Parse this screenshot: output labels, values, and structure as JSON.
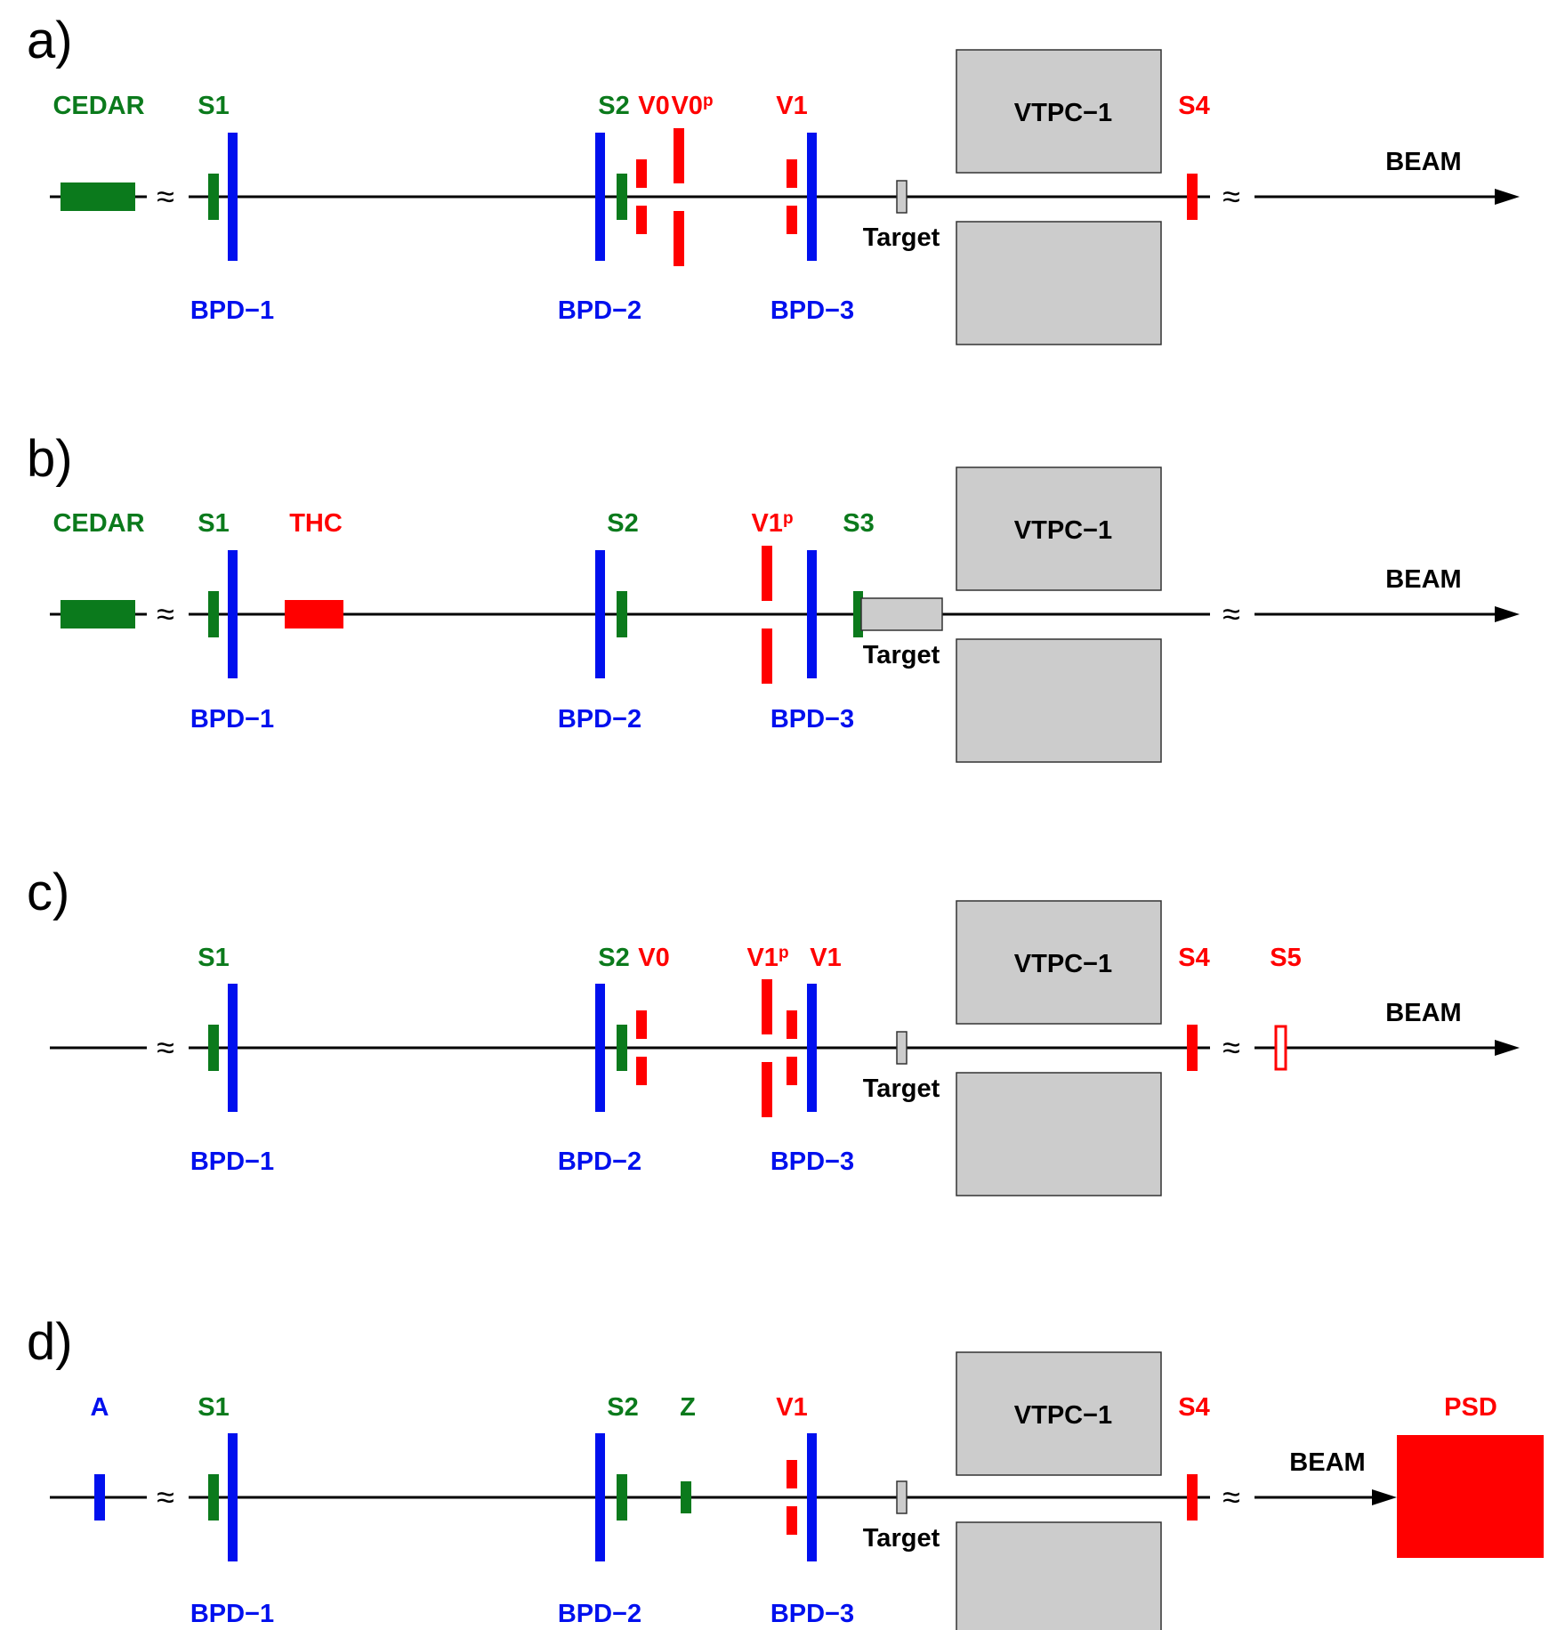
{
  "colors": {
    "green": "#0b7a1c",
    "blue": "#0010ee",
    "red": "#ff0000",
    "gray": "#cccccc",
    "black": "#000000"
  },
  "common": {
    "beam": "BEAM",
    "target": "Target",
    "vtpc": "VTPC−1",
    "bpd1": "BPD−1",
    "bpd2": "BPD−2",
    "bpd3": "BPD−3",
    "break_symbol": "≈"
  },
  "panels": [
    {
      "id": "a",
      "label": "a)",
      "top_labels": [
        {
          "text": "CEDAR",
          "color": "green"
        },
        {
          "text": "S1",
          "color": "green"
        },
        {
          "text": "S2",
          "color": "green"
        },
        {
          "text": "V0",
          "color": "red"
        },
        {
          "text": "V0",
          "sup": "p",
          "color": "red"
        },
        {
          "text": "V1",
          "color": "red"
        },
        {
          "text": "S4",
          "color": "red"
        }
      ]
    },
    {
      "id": "b",
      "label": "b)",
      "top_labels": [
        {
          "text": "CEDAR",
          "color": "green"
        },
        {
          "text": "S1",
          "color": "green"
        },
        {
          "text": "THC",
          "color": "red"
        },
        {
          "text": "S2",
          "color": "green"
        },
        {
          "text": "V1",
          "sup": "p",
          "color": "red"
        },
        {
          "text": "S3",
          "color": "green"
        }
      ]
    },
    {
      "id": "c",
      "label": "c)",
      "top_labels": [
        {
          "text": "S1",
          "color": "green"
        },
        {
          "text": "S2",
          "color": "green"
        },
        {
          "text": "V0",
          "color": "red"
        },
        {
          "text": "V1",
          "sup": "p",
          "color": "red"
        },
        {
          "text": "V1",
          "color": "red"
        },
        {
          "text": "S4",
          "color": "red"
        },
        {
          "text": "S5",
          "color": "red"
        }
      ]
    },
    {
      "id": "d",
      "label": "d)",
      "top_labels": [
        {
          "text": "A",
          "color": "blue"
        },
        {
          "text": "S1",
          "color": "green"
        },
        {
          "text": "S2",
          "color": "green"
        },
        {
          "text": "Z",
          "color": "green"
        },
        {
          "text": "V1",
          "color": "red"
        },
        {
          "text": "S4",
          "color": "red"
        },
        {
          "text": "PSD",
          "color": "red"
        }
      ]
    }
  ]
}
